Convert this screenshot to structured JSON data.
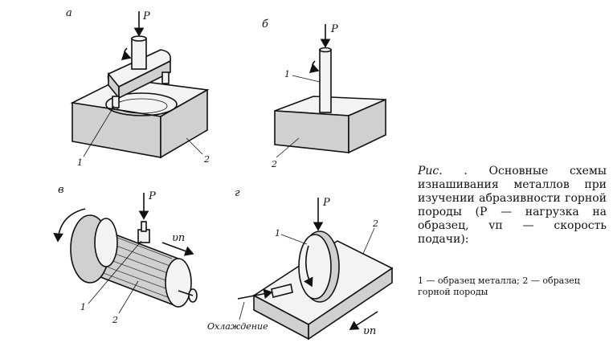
{
  "caption": {
    "prefix": "Рис.",
    "text": ". Основные схемы изнашивания металлов при изучении абразивности горной породы (P — нагрузка на образец, vп — скорость подачи):"
  },
  "legend": {
    "text": "1 — образец металла; 2 — образец горной породы"
  },
  "panels": {
    "a": {
      "letter": "а",
      "load": "P",
      "label1": "1",
      "label2": "2"
    },
    "b": {
      "letter": "б",
      "load": "P",
      "label1": "1",
      "label2": "2"
    },
    "v": {
      "letter": "в",
      "load": "P",
      "speed": "υп",
      "label1": "1",
      "label2": "2"
    },
    "g": {
      "letter": "г",
      "load": "P",
      "speed": "υп",
      "label1": "1",
      "label2": "2",
      "cooling": "Охлаждение"
    }
  }
}
